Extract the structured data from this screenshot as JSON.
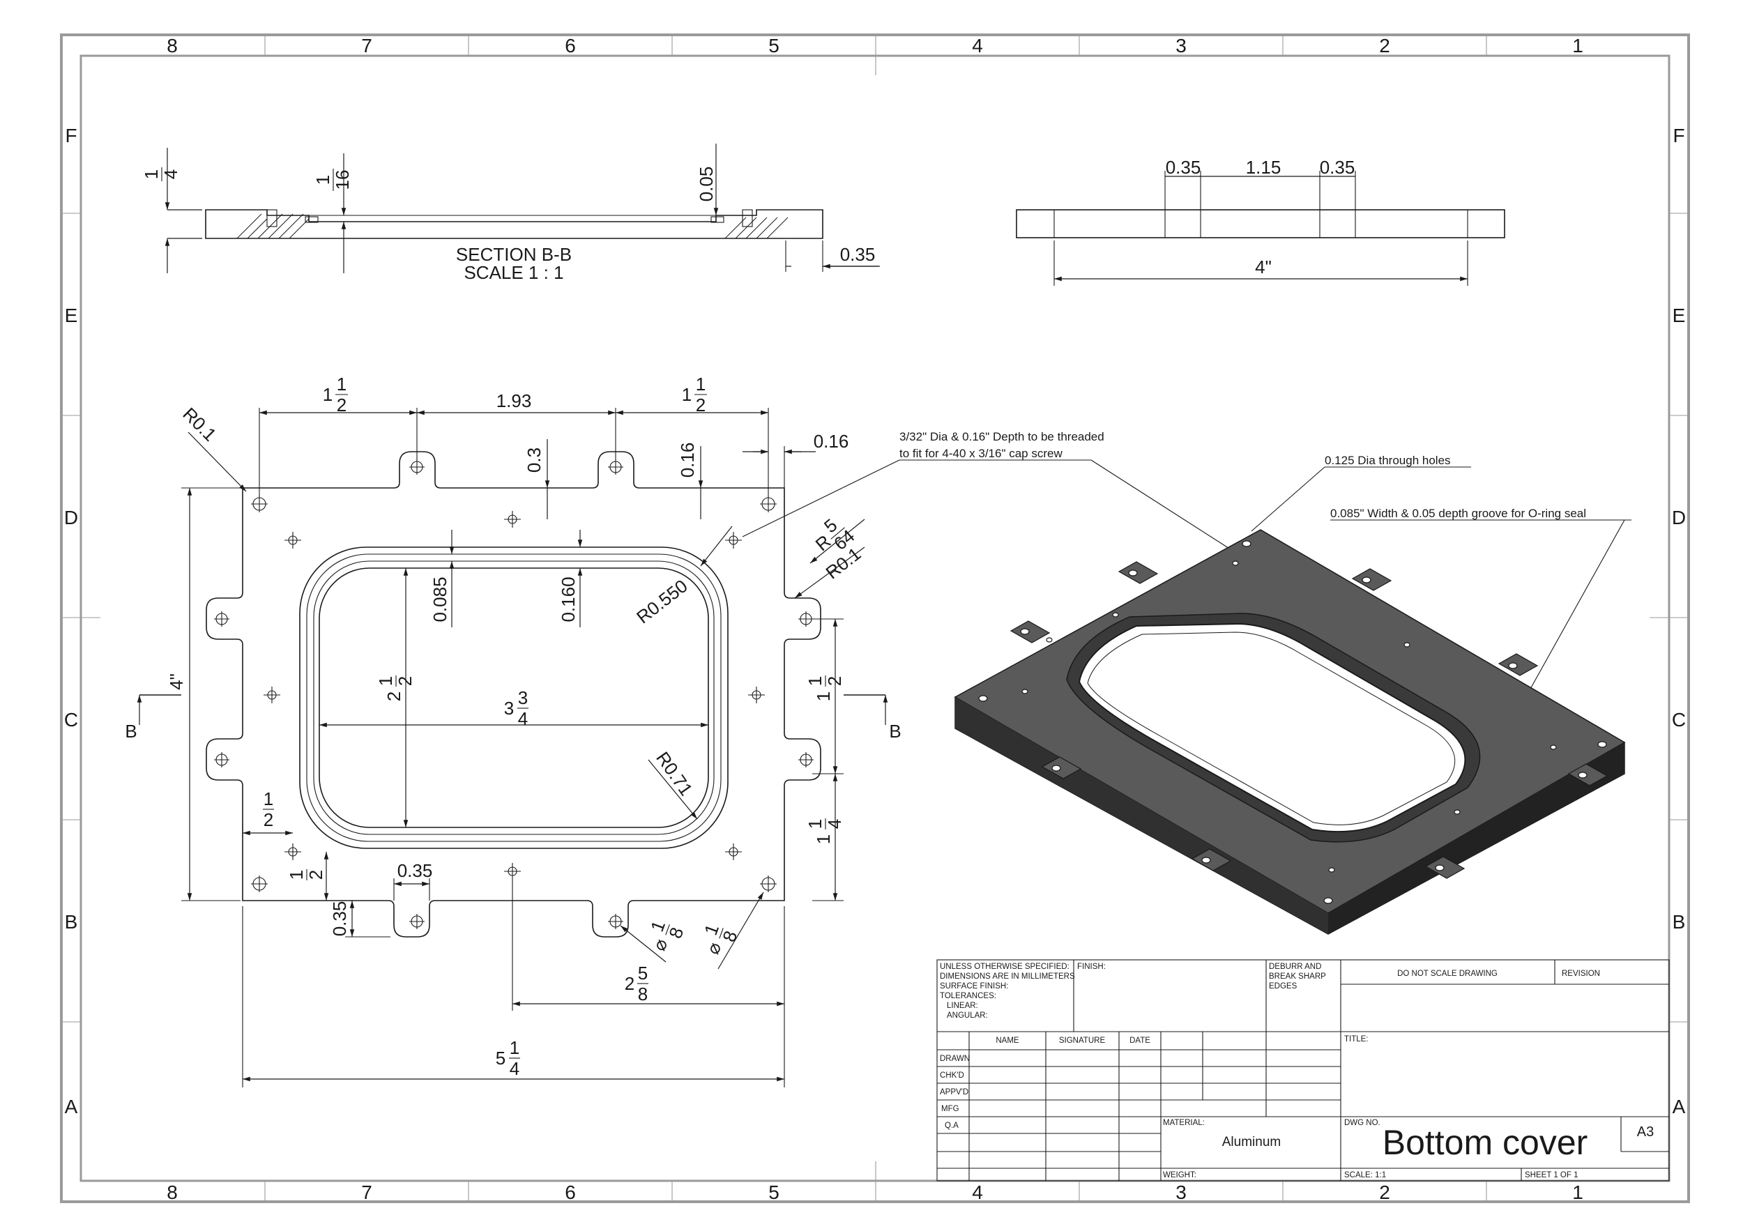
{
  "zones": {
    "columns": [
      "8",
      "7",
      "6",
      "5",
      "4",
      "3",
      "2",
      "1"
    ],
    "rows": [
      "F",
      "E",
      "D",
      "C",
      "B",
      "A"
    ]
  },
  "section": {
    "title": "SECTION B-B",
    "scale": "SCALE 1 : 1",
    "dim_left_quarter_num": "1",
    "dim_left_quarter_den": "4",
    "dim_sixteenth_num": "1",
    "dim_sixteenth_den": "16",
    "dim_005": "0.05",
    "dim_035": "0.35"
  },
  "edge_view": {
    "dim_a": "0.35",
    "dim_b": "1.15",
    "dim_c": "0.35",
    "dim_width": "4\""
  },
  "plan": {
    "r01_top": "R0.1",
    "top_left_whole": "1",
    "top_left_num": "1",
    "top_left_den": "2",
    "top_mid": "1.93",
    "top_right_whole": "1",
    "top_right_num": "1",
    "top_right_den": "2",
    "dim_03": "0.3",
    "dim_016a": "0.16",
    "dim_016b": "0.16",
    "r_564_prefix": "R",
    "r_564_num": "5",
    "r_564_den": "64",
    "r01_right": "R0.1",
    "r0550": "R0.550",
    "dim_0085": "0.085",
    "dim_0160": "0.160",
    "height_4": "4\"",
    "inner_h_whole": "2",
    "inner_h_num": "1",
    "inner_h_den": "2",
    "inner_w_whole": "3",
    "inner_w_num": "3",
    "inner_w_den": "4",
    "right_h_whole": "1",
    "right_h_num": "1",
    "right_h_den": "2",
    "r071": "R0.71",
    "half_num": "1",
    "half_den": "2",
    "half2_num": "1",
    "half2_den": "2",
    "lower_right_whole": "1",
    "lower_right_num": "1",
    "lower_right_den": "4",
    "tab_035": "0.35",
    "tab_035b": "0.35",
    "dia_a_num": "1",
    "dia_a_den": "8",
    "dia_b_num": "1",
    "dia_b_den": "8",
    "dia_symbol": "⌀",
    "w258_whole": "2",
    "w258_num": "5",
    "w258_den": "8",
    "w514_whole": "5",
    "w514_num": "1",
    "w514_den": "4",
    "section_mark": "B"
  },
  "notes": {
    "threaded_line1": "3/32\" Dia & 0.16\" Depth to be threaded",
    "threaded_line2": "to fit for 4-40 x 3/16\" cap screw",
    "through_holes": "0.125 Dia through holes",
    "groove": "0.085\" Width & 0.05 depth groove for O-ring seal"
  },
  "title_block": {
    "unless_lines": [
      "UNLESS OTHERWISE SPECIFIED:",
      "DIMENSIONS ARE IN MILLIMETERS",
      "SURFACE FINISH:",
      "TOLERANCES:",
      "LINEAR:",
      "ANGULAR:"
    ],
    "finish": "FINISH:",
    "deburr_lines": [
      "DEBURR AND",
      "BREAK SHARP",
      "EDGES"
    ],
    "do_not_scale": "DO NOT SCALE DRAWING",
    "revision": "REVISION",
    "headers": [
      "NAME",
      "SIGNATURE",
      "DATE"
    ],
    "rows": [
      "DRAWN",
      "CHK'D",
      "APPV'D",
      "MFG",
      "Q.A"
    ],
    "title_label": "TITLE:",
    "material_label": "MATERIAL:",
    "material": "Aluminum",
    "dwg_no_label": "DWG NO.",
    "dwg_title": "Bottom cover",
    "size": "A3",
    "weight_label": "WEIGHT:",
    "scale_label": "SCALE: 1:1",
    "sheet_label": "SHEET 1 OF 1"
  },
  "colors": {
    "ink": "#1a1a1a",
    "frame": "#9a9a9a",
    "part_top": "#5a5a5a",
    "part_side": "#2b2b2b"
  }
}
